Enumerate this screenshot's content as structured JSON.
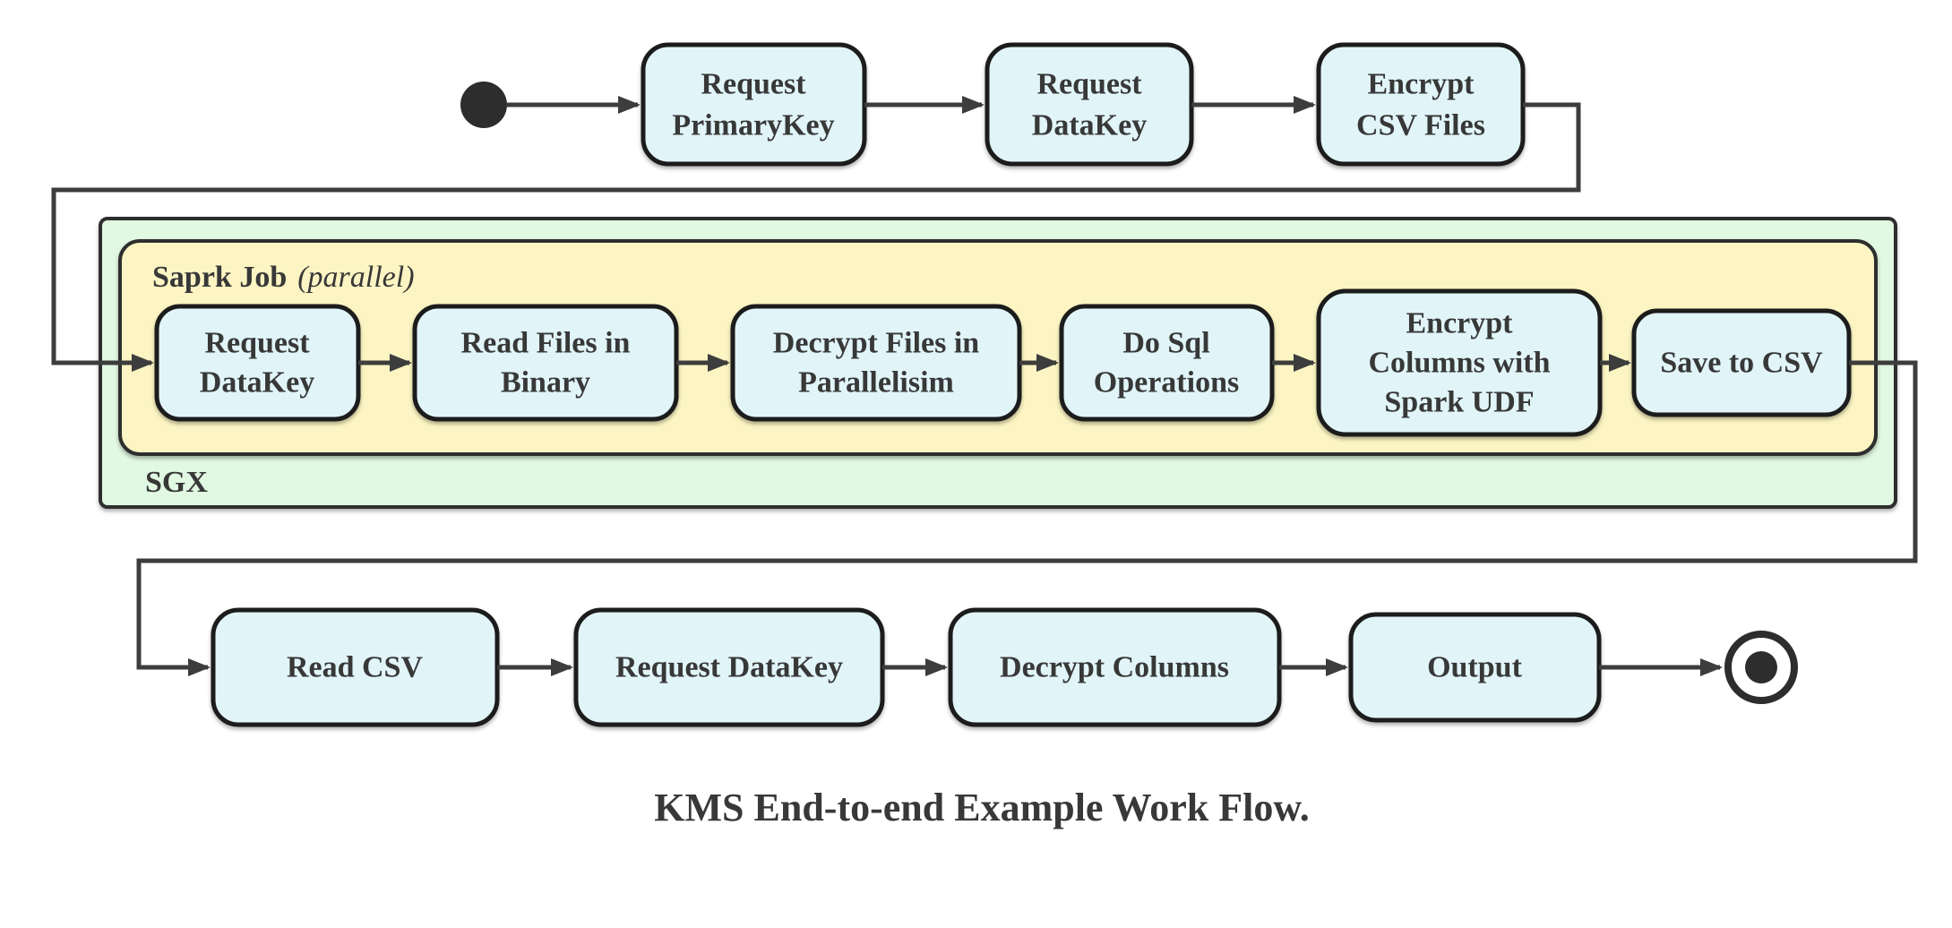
{
  "diagram": {
    "caption": "KMS End-to-end Example Work Flow.",
    "colors": {
      "node_fill": "#e1f5f9",
      "node_border": "#1b1b1b",
      "frame_border": "#2e2e2e",
      "arrow": "#3d3d3d",
      "text": "#383838",
      "sgx_fill": "#e1f8e2",
      "spark_fill": "#fcf5c3",
      "terminal": "#2d2d2d"
    },
    "top_row": [
      {
        "line1": "Request",
        "line2": "PrimaryKey"
      },
      {
        "line1": "Request",
        "line2": "DataKey"
      },
      {
        "line1": "Encrypt",
        "line2": "CSV Files"
      }
    ],
    "sgx_label": "SGX",
    "spark_label": "Saprk Job",
    "spark_label_suffix": "(parallel)",
    "middle_row": [
      {
        "line1": "Request",
        "line2": "DataKey"
      },
      {
        "line1": "Read Files in",
        "line2": "Binary"
      },
      {
        "line1": "Decrypt Files in",
        "line2": "Parallelisim"
      },
      {
        "line1": "Do Sql",
        "line2": "Operations"
      },
      {
        "line1": "Encrypt",
        "line2": "Columns with",
        "line3": "Spark UDF"
      },
      {
        "line1": "Save to CSV"
      }
    ],
    "bottom_row": [
      {
        "label": "Read CSV"
      },
      {
        "label": "Request DataKey"
      },
      {
        "label": "Decrypt Columns"
      },
      {
        "label": "Output"
      }
    ]
  }
}
